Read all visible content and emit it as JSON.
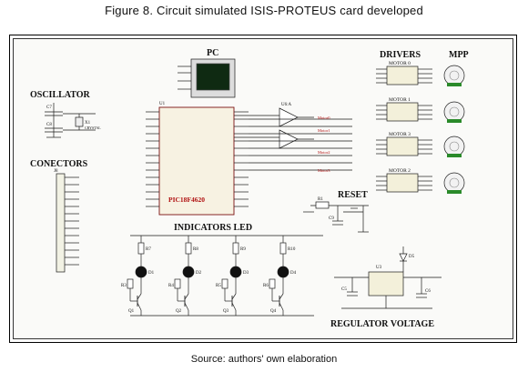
{
  "figure": {
    "title": "Figure 8. Circuit simulated ISIS-PROTEUS card developed",
    "source": "Source: authors' own elaboration"
  },
  "sections": {
    "pc": "PC",
    "drivers": "DRIVERS",
    "mpp": "MPP",
    "oscillator": "OSCILLATOR",
    "conectors": "CONECTORS",
    "reset": "RESET",
    "indicators": "INDICATORS LED",
    "regulator": "REGULATOR VOLTAGE"
  },
  "components": {
    "mcu": "PIC18F4620",
    "mcu_ref": "U1",
    "crystal": "X1",
    "crystal_label": "CRYSTAL",
    "caps": [
      "C7",
      "C8",
      "C9",
      "C5",
      "C6"
    ],
    "connector": "J8",
    "opamp": "U6:A",
    "regulator": "U3",
    "reset_res": "R1",
    "diode": "D5"
  },
  "motors": [
    "MOTOR 0",
    "MOTOR 1",
    "MOTOR 3",
    "MOTOR 2"
  ],
  "motor_signals": [
    "Motor0",
    "Motor1",
    "Motor2",
    "Motor3"
  ],
  "leds": [
    {
      "res": "R7",
      "diode": "D1",
      "base_res": "R3",
      "transistor": "Q1"
    },
    {
      "res": "R8",
      "diode": "D2",
      "base_res": "R4",
      "transistor": "Q2"
    },
    {
      "res": "R9",
      "diode": "D3",
      "base_res": "R5",
      "transistor": "Q3"
    },
    {
      "res": "R10",
      "diode": "D4",
      "base_res": "R6",
      "transistor": "Q4"
    }
  ]
}
